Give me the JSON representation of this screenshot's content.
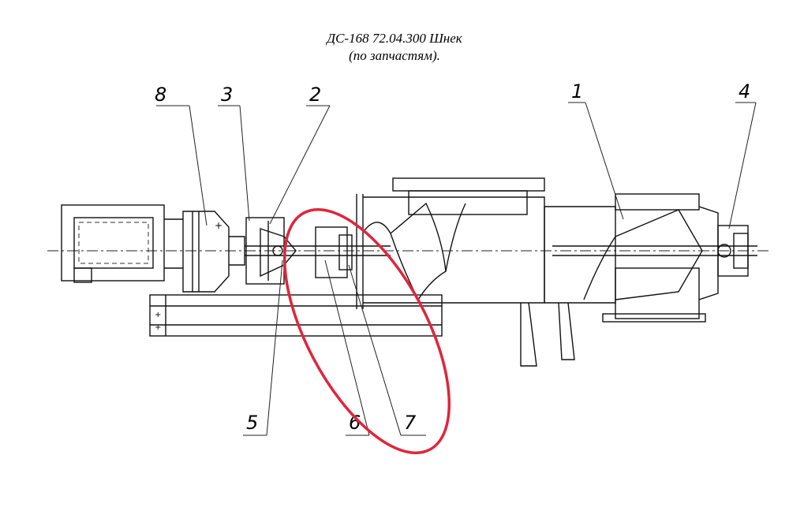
{
  "title": {
    "line1": "ДС-168 72.04.300 Шнек",
    "line2": "(по запчастям)."
  },
  "callouts": [
    "1",
    "2",
    "3",
    "4",
    "5",
    "6",
    "7",
    "8"
  ],
  "highlight_color": "#e0253b"
}
